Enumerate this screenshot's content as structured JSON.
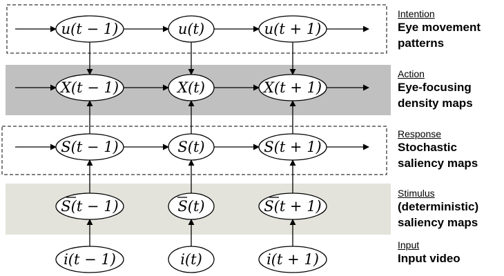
{
  "layers": [
    {
      "id": "intention",
      "title": "Intention",
      "description": [
        "Eye movement",
        "patterns"
      ],
      "symbol": "u",
      "overline": false,
      "band_style": "dashed",
      "horizontal_arrows": true
    },
    {
      "id": "action",
      "title": "Action",
      "description": [
        "Eye-focusing",
        "density maps"
      ],
      "symbol": "X",
      "overline": false,
      "band_style": "shaded",
      "band_color": "#c0c0c0",
      "horizontal_arrows": true
    },
    {
      "id": "response",
      "title": "Response",
      "description": [
        "Stochastic",
        "saliency maps"
      ],
      "symbol": "S",
      "overline": false,
      "band_style": "dashed",
      "horizontal_arrows": true
    },
    {
      "id": "stimulus",
      "title": "Stimulus",
      "description": [
        "(deterministic)",
        "saliency maps"
      ],
      "symbol": "S",
      "overline": true,
      "band_style": "shaded",
      "band_color": "#e3e3db",
      "horizontal_arrows": false
    },
    {
      "id": "input",
      "title": "Input",
      "description": [
        "Input video"
      ],
      "symbol": "i",
      "overline": false,
      "band_style": "none",
      "horizontal_arrows": false
    }
  ],
  "time_steps": [
    "(t − 1)",
    "(t)",
    "(t + 1)"
  ],
  "colors": {
    "line": "#000000",
    "background": "#ffffff"
  }
}
